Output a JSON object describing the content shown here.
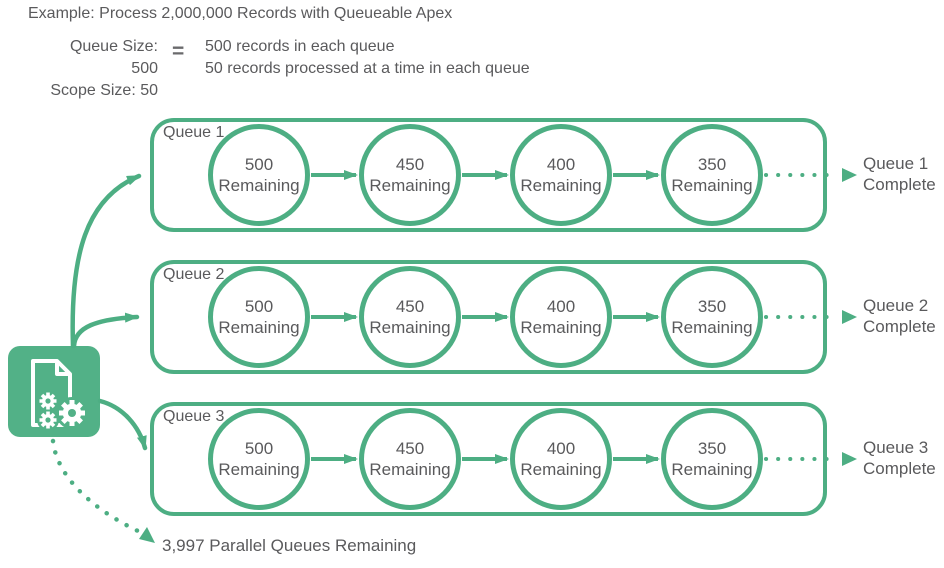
{
  "colors": {
    "green": "#4DAE83",
    "icon_green": "#52B187",
    "text_gray": "#5A5A5C"
  },
  "header": {
    "title": "Example: Process 2,000,000 Records with Queueable Apex"
  },
  "equation": {
    "queue_size": "Queue Size: 500",
    "scope_size": "Scope Size: 50",
    "equals": "=",
    "queue_size_meaning": "500 records in each queue",
    "scope_size_meaning": "50 records processed at a time in each queue"
  },
  "source": {
    "icon": "document-with-gears-icon"
  },
  "queues": [
    {
      "label": "Queue 1",
      "steps": [
        {
          "value": "500",
          "unit": "Remaining"
        },
        {
          "value": "450",
          "unit": "Remaining"
        },
        {
          "value": "400",
          "unit": "Remaining"
        },
        {
          "value": "350",
          "unit": "Remaining"
        }
      ],
      "complete": {
        "line1": "Queue 1",
        "line2": "Complete"
      }
    },
    {
      "label": "Queue 2",
      "steps": [
        {
          "value": "500",
          "unit": "Remaining"
        },
        {
          "value": "450",
          "unit": "Remaining"
        },
        {
          "value": "400",
          "unit": "Remaining"
        },
        {
          "value": "350",
          "unit": "Remaining"
        }
      ],
      "complete": {
        "line1": "Queue 2",
        "line2": "Complete"
      }
    },
    {
      "label": "Queue 3",
      "steps": [
        {
          "value": "500",
          "unit": "Remaining"
        },
        {
          "value": "450",
          "unit": "Remaining"
        },
        {
          "value": "400",
          "unit": "Remaining"
        },
        {
          "value": "350",
          "unit": "Remaining"
        }
      ],
      "complete": {
        "line1": "Queue 3",
        "line2": "Complete"
      }
    }
  ],
  "footer": {
    "parallel_note": "3,997 Parallel Queues Remaining"
  }
}
